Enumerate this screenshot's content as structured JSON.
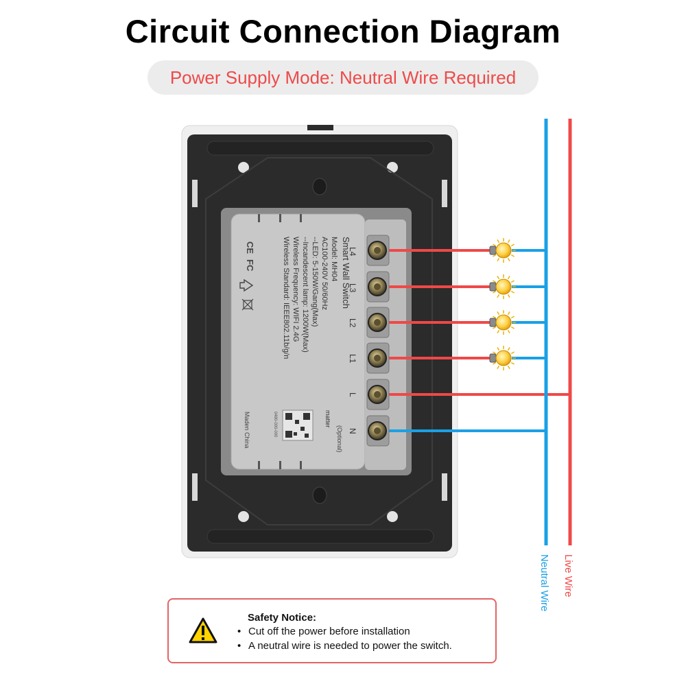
{
  "title": "Circuit Connection Diagram",
  "subtitle": "Power Supply Mode: Neutral Wire Required",
  "colors": {
    "live": "#f04848",
    "neutral": "#1aa0e6",
    "accent": "#ee4a4a",
    "housing": "#2b2b2b",
    "plate": "#c9c9c9"
  },
  "wires": {
    "neutral_label": "Neutral Wire",
    "live_label": "Live Wire"
  },
  "terminals": [
    {
      "label": "L4",
      "type": "load"
    },
    {
      "label": "L3",
      "type": "load"
    },
    {
      "label": "L2",
      "type": "load"
    },
    {
      "label": "L1",
      "type": "load"
    },
    {
      "label": "L",
      "type": "live"
    },
    {
      "label": "N",
      "type": "neutral"
    }
  ],
  "device": {
    "name": "Smart Wall Switch",
    "specs": [
      "Model: MH04",
      "AC100-240V 50/60Hz",
      "--LED: 5-150W/Gang(Max)",
      "--Incandescent lamp: 1200W(Max)",
      "Wireless Frequency: WIFI 2.4G",
      "Wireless Standard: IEEE802.11b/g/n"
    ],
    "optional_note": "(Optional)",
    "origin": "Maden China",
    "brand": "matter",
    "cert_marks": [
      "CE",
      "FC"
    ]
  },
  "notice": {
    "heading": "Safety Notice:",
    "items": [
      "Cut off the power before installation",
      "A neutral wire is needed to power the switch."
    ],
    "icon": "warning-triangle-icon"
  }
}
